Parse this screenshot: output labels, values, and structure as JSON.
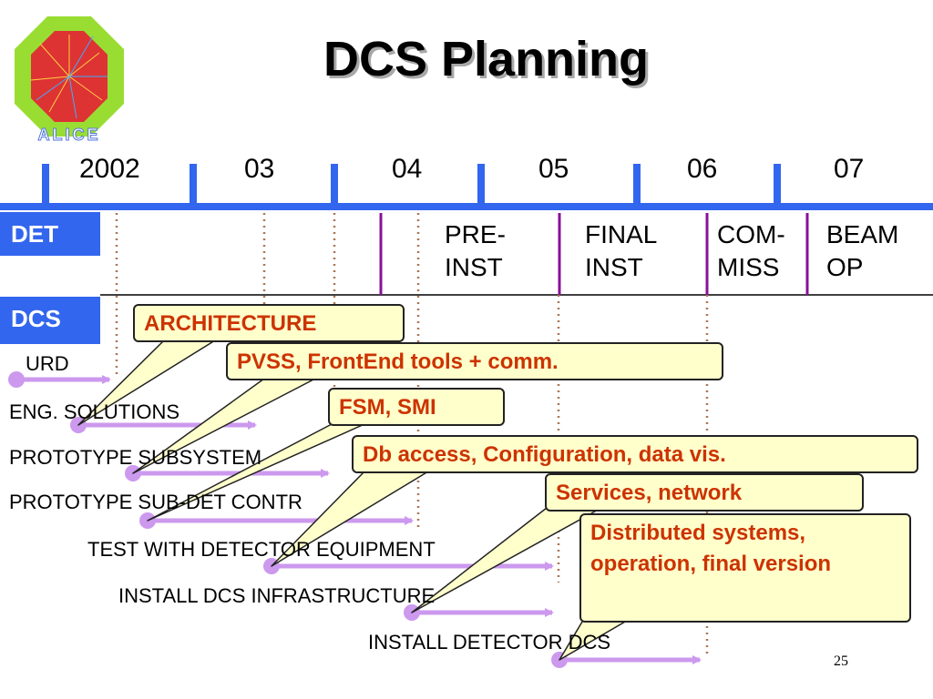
{
  "slide": {
    "title": "DCS Planning",
    "page_number": "25",
    "logo_text": "ALICE"
  },
  "timeline": {
    "years": [
      "2002",
      "03",
      "04",
      "05",
      "06",
      "07"
    ]
  },
  "rows": {
    "det_label": "DET",
    "dcs_label": "DCS"
  },
  "phases": [
    {
      "label": "PRE-\nINST"
    },
    {
      "label": "FINAL\nINST"
    },
    {
      "label": "COM-\nMISS"
    },
    {
      "label": "BEAM\nOP"
    }
  ],
  "tasks": [
    {
      "label": "URD"
    },
    {
      "label": "ENG. SOLUTIONS"
    },
    {
      "label": "PROTOTYPE SUBSYSTEM"
    },
    {
      "label": "PROTOTYPE SUB-DET CONTR"
    },
    {
      "label": "TEST WITH DETECTOR EQUIPMENT"
    },
    {
      "label": "INSTALL DCS INFRASTRUCTURE"
    },
    {
      "label": "INSTALL DETECTOR DCS"
    }
  ],
  "callouts": [
    {
      "text": "ARCHITECTURE"
    },
    {
      "text": "PVSS, FrontEnd tools + comm."
    },
    {
      "text": "FSM, SMI"
    },
    {
      "text": "Db access, Configuration, data vis."
    },
    {
      "text": "Services, network"
    },
    {
      "text": "Distributed systems, operation, final version"
    }
  ],
  "colors": {
    "timeline_blue": "#3366ee",
    "phase_purple": "#881199",
    "task_bar": "#cc99ee",
    "callout_fill": "#ffffcc",
    "callout_text": "#cc3300",
    "dotted": "#aa7755"
  }
}
